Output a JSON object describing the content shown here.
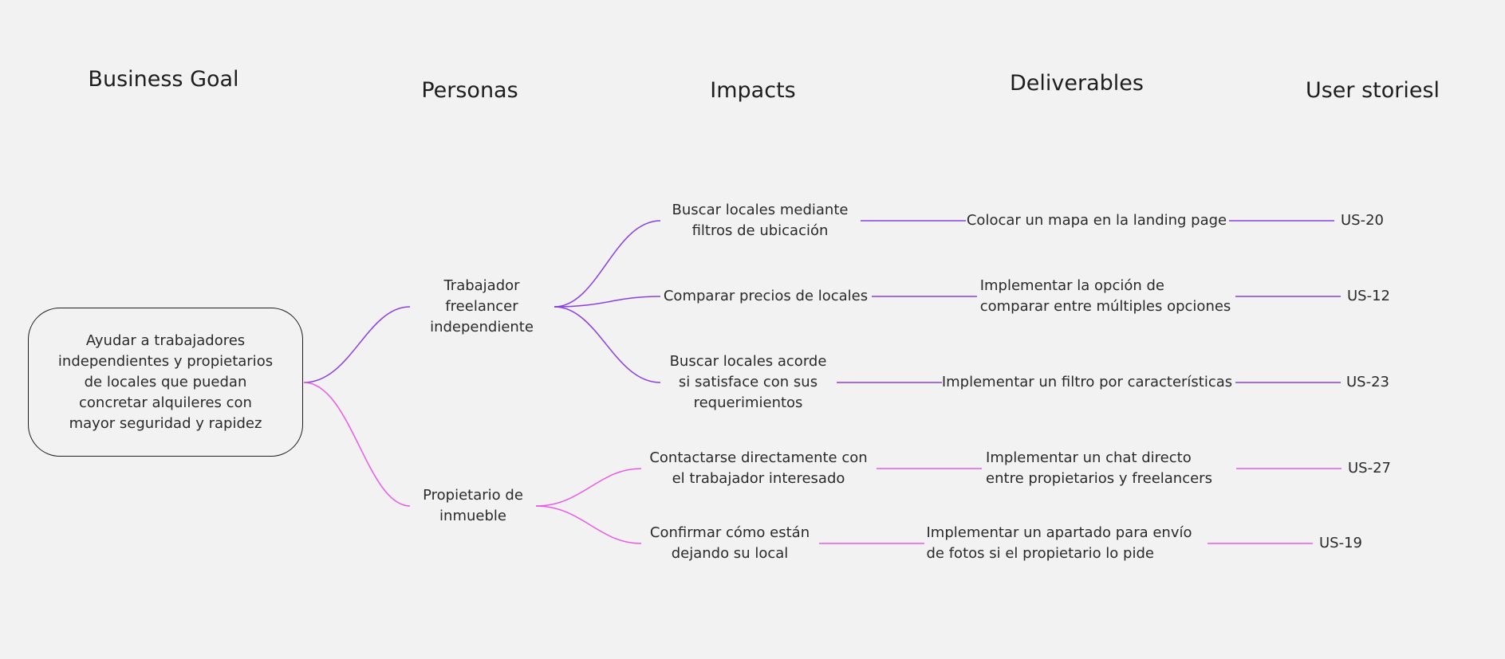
{
  "colors": {
    "purple": "#8a3fe0",
    "pink": "#ea5ae6",
    "background": "#f2f2f3",
    "text": "#1e1e1e"
  },
  "headings": {
    "business_goal": "Business Goal",
    "personas": "Personas",
    "impacts": "Impacts",
    "deliverables": "Deliverables",
    "user_stories": "User storiesl"
  },
  "goal": {
    "text": "Ayudar a trabajadores\nindependientes y propietarios\nde locales que puedan\nconcretar alquileres con\nmayor seguridad y rapidez"
  },
  "personas": [
    {
      "label": "Trabajador\nfreelancer\nindependiente"
    },
    {
      "label": "Propietario de\ninmueble"
    }
  ],
  "impacts": [
    {
      "label": "Buscar locales mediante\nfiltros de ubicación"
    },
    {
      "label": "Comparar precios de locales"
    },
    {
      "label": "Buscar locales acorde\nsi satisface con sus\nrequerimientos"
    },
    {
      "label": "Contactarse directamente con\nel trabajador interesado"
    },
    {
      "label": "Confirmar cómo están\ndejando su local"
    }
  ],
  "deliverables": [
    {
      "label": "Colocar un mapa en la landing page"
    },
    {
      "label": "Implementar la opción de\ncomparar entre múltiples opciones"
    },
    {
      "label": "Implementar un filtro por características"
    },
    {
      "label": "Implementar un chat directo\nentre propietarios y freelancers"
    },
    {
      "label": "Implementar un apartado para envío\nde fotos si el propietario lo pide"
    }
  ],
  "user_stories": [
    {
      "label": "US-20"
    },
    {
      "label": "US-12"
    },
    {
      "label": "US-23"
    },
    {
      "label": "US-27"
    },
    {
      "label": "US-19"
    }
  ]
}
